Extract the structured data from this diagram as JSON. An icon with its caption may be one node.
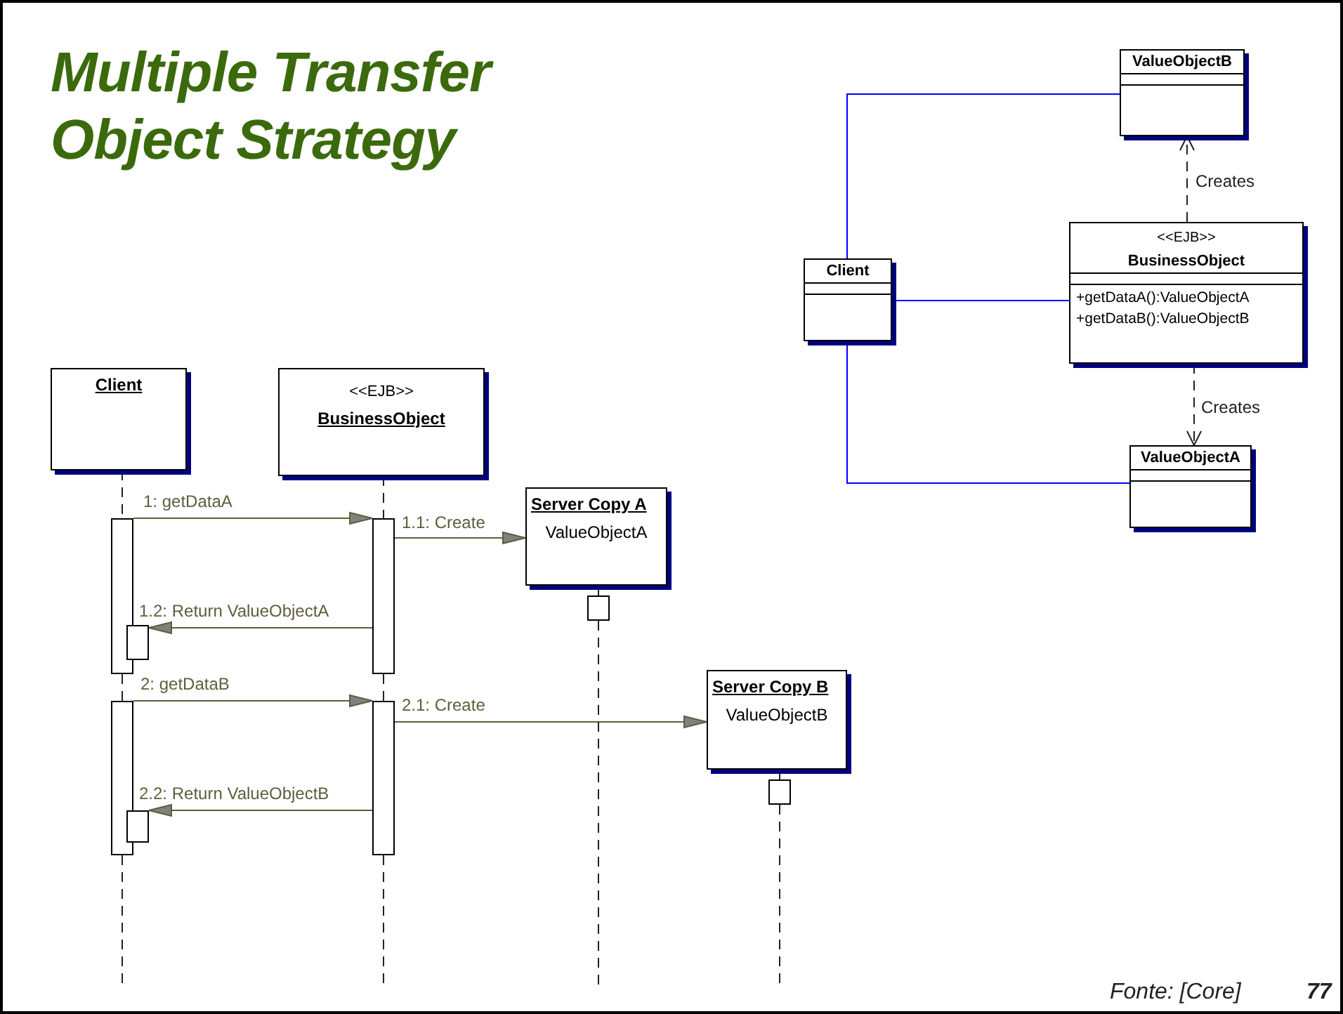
{
  "diagram": {
    "title": "Multiple Transfer Object Strategy",
    "nodes": [
      {
        "text": [
          "ValueObjectB"
        ]
      },
      {
        "text": [
          "Client"
        ]
      },
      {
        "text": [
          "<<EJB>>",
          "BusinessObject",
          "+getDataA():ValueObjectA",
          "+getDataB():ValueObjectB"
        ]
      },
      {
        "text": [
          "ValueObjectA"
        ]
      },
      {
        "text": [
          "Client"
        ]
      },
      {
        "text": [
          "<<EJB>>",
          "BusinessObject"
        ]
      },
      {
        "text": [
          "Server Copy A",
          "ValueObjectA"
        ]
      },
      {
        "text": [
          "Server Copy B",
          "ValueObjectB"
        ]
      },
      {
        "text": [],
        "shape": "bar"
      },
      {
        "text": [],
        "shape": "bar"
      },
      {
        "text": [],
        "shape": "bar"
      },
      {
        "text": [],
        "shape": "bar"
      },
      {
        "text": [],
        "shape": "bar"
      },
      {
        "text": [],
        "shape": "bar"
      },
      {
        "text": [],
        "shape": "bar"
      },
      {
        "text": [],
        "shape": "bar"
      }
    ],
    "edges": [
      {
        "from": 1,
        "to": 0,
        "arrow": "none",
        "color": "#0000ff"
      },
      {
        "from": 1,
        "to": 2,
        "arrow": "none",
        "color": "#0000ff"
      },
      {
        "from": 1,
        "to": 3,
        "arrow": "none",
        "color": "#0000ff"
      },
      {
        "from": 2,
        "to": 0,
        "arrow": "to",
        "style": "dashed",
        "label": "Creates"
      },
      {
        "from": 2,
        "to": 3,
        "arrow": "to",
        "style": "dashed",
        "label": "Creates"
      },
      {
        "from": 8,
        "to": 10,
        "arrow": "to",
        "label": "1: getDataA",
        "color": "#5e5e3c"
      },
      {
        "from": 10,
        "to": 6,
        "arrow": "to",
        "label": "1.1: Create",
        "color": "#5e5e3c"
      },
      {
        "from": 10,
        "to": 9,
        "arrow": "to",
        "label": "1.2: Return ValueObjectA",
        "color": "#5e5e3c"
      },
      {
        "from": 11,
        "to": 13,
        "arrow": "to",
        "label": "2: getDataB",
        "color": "#5e5e3c"
      },
      {
        "from": 13,
        "to": 7,
        "arrow": "to",
        "label": "2.1: Create",
        "color": "#5e5e3c"
      },
      {
        "from": 13,
        "to": 12,
        "arrow": "to",
        "label": "2.2: Return ValueObjectB",
        "color": "#5e5e3c"
      },
      {
        "from": 4,
        "to": 8,
        "arrow": "none",
        "style": "dashed"
      },
      {
        "from": 8,
        "to": 11,
        "arrow": "none",
        "style": "dashed"
      },
      {
        "from": 11,
        "to": null,
        "arrow": "none",
        "style": "dashed"
      },
      {
        "from": 5,
        "to": 10,
        "arrow": "none",
        "style": "dashed"
      },
      {
        "from": 10,
        "to": 13,
        "arrow": "none",
        "style": "dashed"
      },
      {
        "from": 13,
        "to": null,
        "arrow": "none",
        "style": "dashed"
      },
      {
        "from": 6,
        "to": 14,
        "arrow": "none",
        "style": "dashed"
      },
      {
        "from": 14,
        "to": null,
        "arrow": "none",
        "style": "dashed"
      },
      {
        "from": 7,
        "to": 15,
        "arrow": "none",
        "style": "dashed"
      },
      {
        "from": 15,
        "to": null,
        "arrow": "none",
        "style": "dashed"
      }
    ],
    "labels": [
      "Fonte: [Core]",
      "77"
    ]
  }
}
